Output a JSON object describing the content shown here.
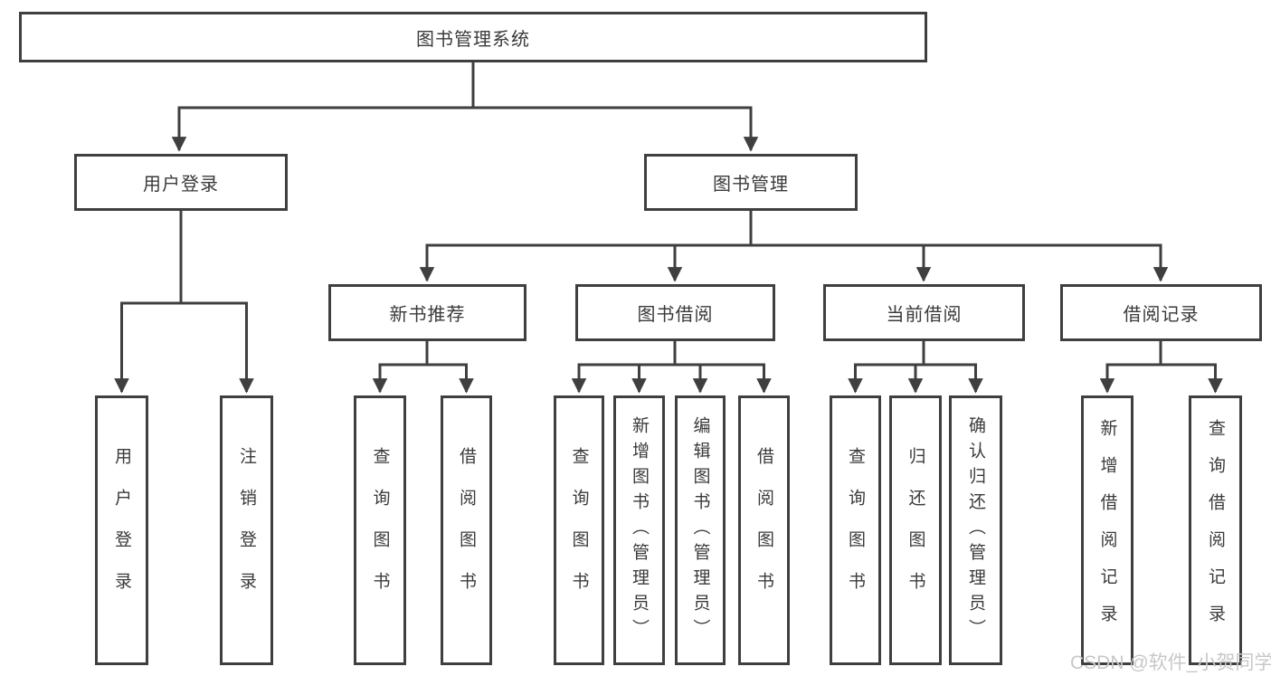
{
  "diagram": {
    "root": "图书管理系统",
    "user_login": {
      "label": "用户登录",
      "children": [
        "用户登录",
        "注销登录"
      ]
    },
    "book_mgmt": {
      "label": "图书管理",
      "sections": [
        {
          "label": "新书推荐",
          "children": [
            "查询图书",
            "借阅图书"
          ]
        },
        {
          "label": "图书借阅",
          "children": [
            "查询图书",
            "新增图书（管理员）",
            "编辑图书（管理员）",
            "借阅图书"
          ]
        },
        {
          "label": "当前借阅",
          "children": [
            "查询图书",
            "归还图书",
            "确认归还（管理员）"
          ]
        },
        {
          "label": "借阅记录",
          "children": [
            "新增借阅记录",
            "查询借阅记录"
          ]
        }
      ]
    }
  },
  "watermark": "CSDN @软件_小贺同学",
  "colors": {
    "line": "#3f3f3f",
    "text": "#3a3a3a",
    "watermark": "#c8c8c8",
    "background": "#ffffff"
  }
}
